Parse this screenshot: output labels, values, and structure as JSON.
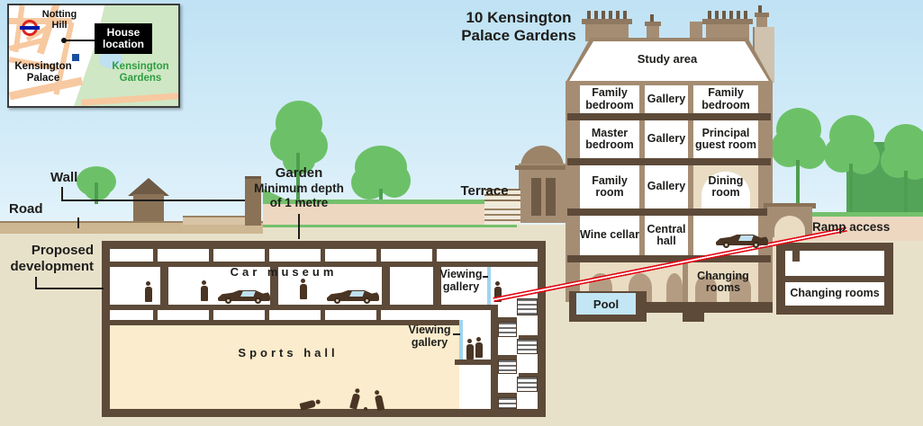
{
  "title": "10 Kensington Palace Gardens",
  "inset_map": {
    "house_location": "House location",
    "notting_hill": "Notting Hill",
    "kensington_palace": "Kensington Palace",
    "kensington_gardens": "Kensington Gardens"
  },
  "site": {
    "road": "Road",
    "wall": "Wall",
    "garden": "Garden",
    "garden_note": "Minimum depth of 1 metre",
    "terrace": "Terrace",
    "proposed_development": "Proposed development",
    "ramp_access": "Ramp access"
  },
  "house": {
    "attic": "Study area",
    "floor4_left": "Family bedroom",
    "floor4_mid": "Gallery",
    "floor4_right": "Family bedroom",
    "floor3_left": "Master bedroom",
    "floor3_mid": "Gallery",
    "floor3_right": "Principal guest room",
    "floor2_left": "Family room",
    "floor2_mid": "Gallery",
    "floor2_right": "Dining room",
    "floor1_left": "Wine cellar",
    "floor1_mid": "Central hall",
    "basement_changing": "Changing rooms",
    "pool": "Pool"
  },
  "annex": {
    "changing_rooms": "Changing rooms"
  },
  "underground": {
    "car_museum": "Car museum",
    "sports_hall": "Sports hall",
    "viewing_gallery_upper": "Viewing gallery",
    "viewing_gallery_lower": "Viewing gallery"
  },
  "colors": {
    "ramp_red": "#e30613",
    "pool_blue": "#c3e6f5",
    "structure_brown": "#5d4a39",
    "wall_taupe": "#a58d74",
    "grass_green": "#74c06c",
    "sports_hall_cream": "#faeccc",
    "garden_soil": "#eed7c1",
    "map_park_green": "#cfe7c4",
    "map_road_peach": "#f7c9a0",
    "roundel_red": "#dc241f",
    "roundel_blue": "#0019a8"
  }
}
